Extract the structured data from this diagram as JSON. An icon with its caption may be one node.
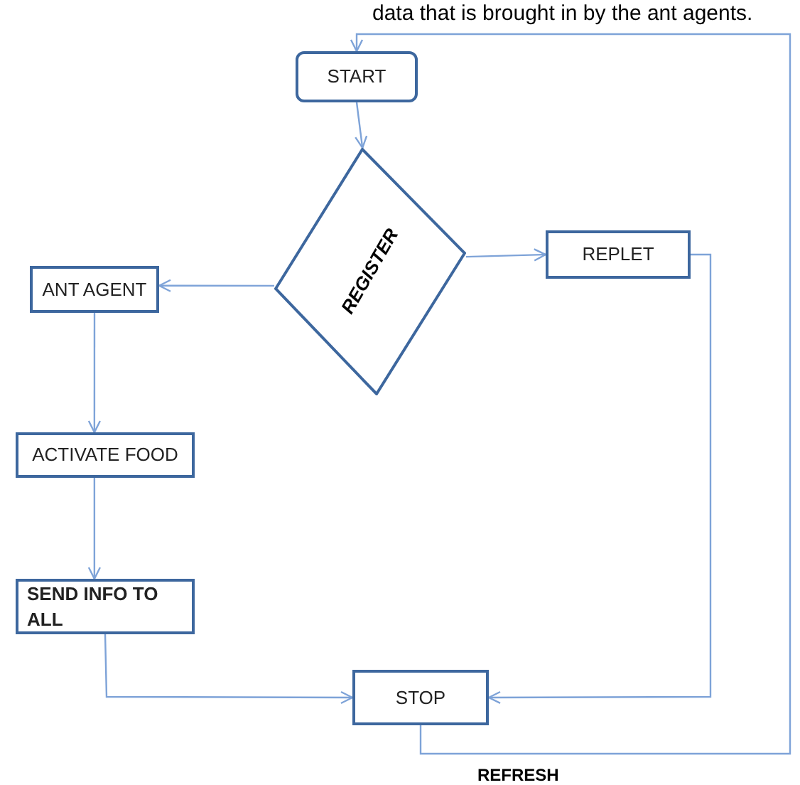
{
  "diagram": {
    "nodes": [
      {
        "text": [
          "START"
        ]
      },
      {
        "text": [
          "REGISTER"
        ]
      },
      {
        "text": [
          "REPLET"
        ]
      },
      {
        "text": [
          "ANT AGENT"
        ]
      },
      {
        "text": [
          "ACTIVATE FOOD"
        ]
      },
      {
        "text": [
          "SEND INFO TO ALL"
        ]
      },
      {
        "text": [
          "STOP"
        ]
      }
    ],
    "edges": [
      {
        "from": 0,
        "to": 1,
        "arrow": "to"
      },
      {
        "from": 1,
        "to": 3,
        "arrow": "to"
      },
      {
        "from": 1,
        "to": 2,
        "arrow": "to"
      },
      {
        "from": 2,
        "to": 6,
        "arrow": "to"
      },
      {
        "from": 3,
        "to": 4,
        "arrow": "to"
      },
      {
        "from": 4,
        "to": 5,
        "arrow": "to"
      },
      {
        "from": 5,
        "to": 6,
        "arrow": "to"
      },
      {
        "from": 6,
        "to": 0,
        "label": "REFRESH",
        "arrow": "to"
      }
    ],
    "labels": [
      "data that is brought in by the ant agents."
    ]
  }
}
